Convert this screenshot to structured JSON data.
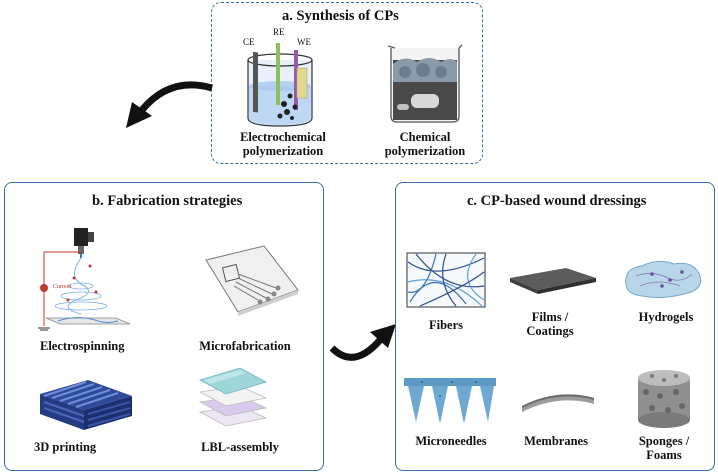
{
  "panel_a": {
    "title": "a. Synthesis of CPs",
    "electrode_labels": {
      "ce": "CE",
      "re": "RE",
      "we": "WE"
    },
    "items": [
      {
        "line1": "Electrochemical",
        "line2": "polymerization"
      },
      {
        "line1": "Chemical",
        "line2": "polymerization"
      }
    ]
  },
  "panel_b": {
    "title": "b. Fabrication strategies",
    "current_label": "Current",
    "items": [
      {
        "label": "Electrospinning"
      },
      {
        "label": "Microfabrication"
      },
      {
        "label": "3D printing"
      },
      {
        "label": "LBL-assembly"
      }
    ]
  },
  "panel_c": {
    "title": "c. CP-based wound dressings",
    "items": [
      {
        "line1": "Fibers",
        "line2": ""
      },
      {
        "line1": "Films /",
        "line2": "Coatings"
      },
      {
        "line1": "Hydrogels",
        "line2": ""
      },
      {
        "line1": "Microneedles",
        "line2": ""
      },
      {
        "line1": "Membranes",
        "line2": ""
      },
      {
        "line1": "Sponges /",
        "line2": "Foams"
      }
    ]
  },
  "colors": {
    "panel_border": "#3a6fa8",
    "arrow": "#111111",
    "electrospin_red": "#c0392b"
  }
}
